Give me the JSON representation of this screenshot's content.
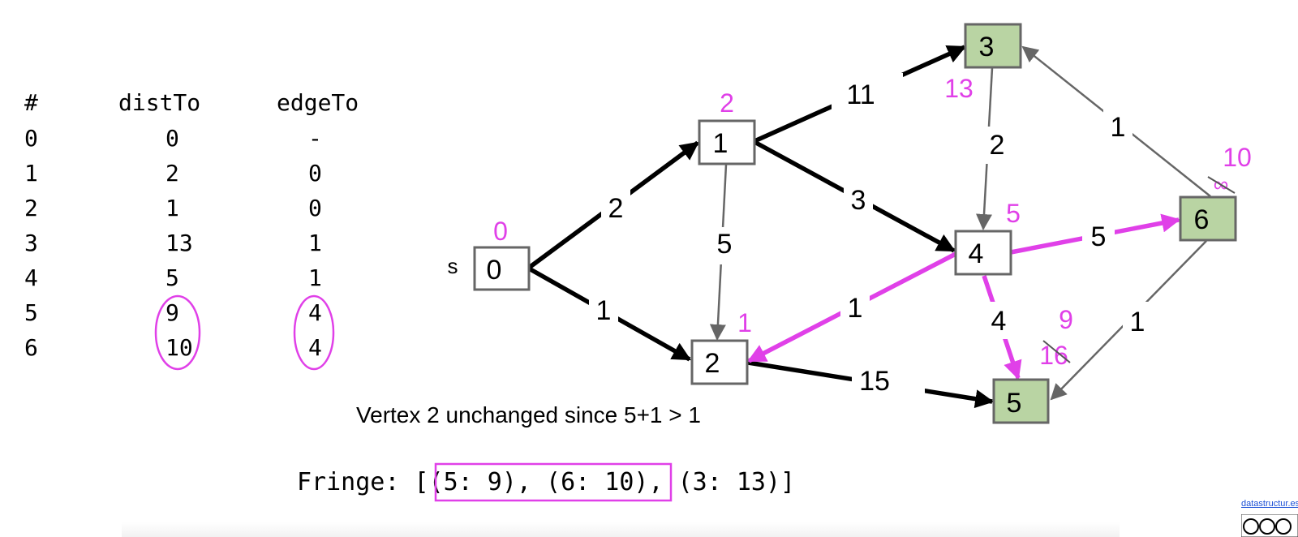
{
  "header_fragment": "",
  "table": {
    "headers": [
      "#",
      "distTo",
      "edgeTo"
    ],
    "rows": [
      {
        "v": "0",
        "distTo": "0",
        "edgeTo": "-"
      },
      {
        "v": "1",
        "distTo": "2",
        "edgeTo": "0"
      },
      {
        "v": "2",
        "distTo": "1",
        "edgeTo": "0"
      },
      {
        "v": "3",
        "distTo": "13",
        "edgeTo": "1"
      },
      {
        "v": "4",
        "distTo": "5",
        "edgeTo": "1"
      },
      {
        "v": "5",
        "distTo": "9",
        "edgeTo": "4"
      },
      {
        "v": "6",
        "distTo": "10",
        "edgeTo": "4"
      }
    ]
  },
  "graph": {
    "source_label": "s",
    "nodes": [
      {
        "id": "0",
        "dist_label": "0",
        "visited": false
      },
      {
        "id": "1",
        "dist_label": "2",
        "visited": false
      },
      {
        "id": "2",
        "dist_label": "1",
        "visited": false
      },
      {
        "id": "3",
        "dist_label": "13",
        "visited": true
      },
      {
        "id": "4",
        "dist_label": "5",
        "visited": false
      },
      {
        "id": "5",
        "dist_label": "9",
        "old_dist_label": "16",
        "visited": true
      },
      {
        "id": "6",
        "dist_label": "10",
        "old_dist_label": "∞",
        "visited": true
      }
    ],
    "edges": [
      {
        "from": "0",
        "to": "1",
        "weight": "2",
        "style": "bold"
      },
      {
        "from": "0",
        "to": "2",
        "weight": "1",
        "style": "bold"
      },
      {
        "from": "1",
        "to": "3",
        "weight": "11",
        "style": "bold"
      },
      {
        "from": "1",
        "to": "4",
        "weight": "3",
        "style": "bold"
      },
      {
        "from": "1",
        "to": "2",
        "weight": "5",
        "style": "thin"
      },
      {
        "from": "3",
        "to": "4",
        "weight": "2",
        "style": "thin"
      },
      {
        "from": "6",
        "to": "3",
        "weight": "1",
        "style": "thin"
      },
      {
        "from": "6",
        "to": "5",
        "weight": "1",
        "style": "thin"
      },
      {
        "from": "2",
        "to": "5",
        "weight": "15",
        "style": "bold"
      },
      {
        "from": "4",
        "to": "6",
        "weight": "5",
        "style": "highlight"
      },
      {
        "from": "4",
        "to": "2",
        "weight": "1",
        "style": "highlight"
      },
      {
        "from": "4",
        "to": "5",
        "weight": "4",
        "style": "highlight"
      }
    ]
  },
  "note": "Vertex 2 unchanged since 5+1 > 1",
  "fringe": {
    "label": "Fringe:",
    "open": "[",
    "items_highlighted": "(5: 9), (6: 10)",
    "items_rest": ", (3: 13)]"
  },
  "credit": "datastructur.es",
  "colors": {
    "highlight": "#e040e8",
    "visited_fill": "#b9d4a3",
    "node_border": "#666666",
    "thin_edge": "#666666",
    "bold_edge": "#000000"
  }
}
